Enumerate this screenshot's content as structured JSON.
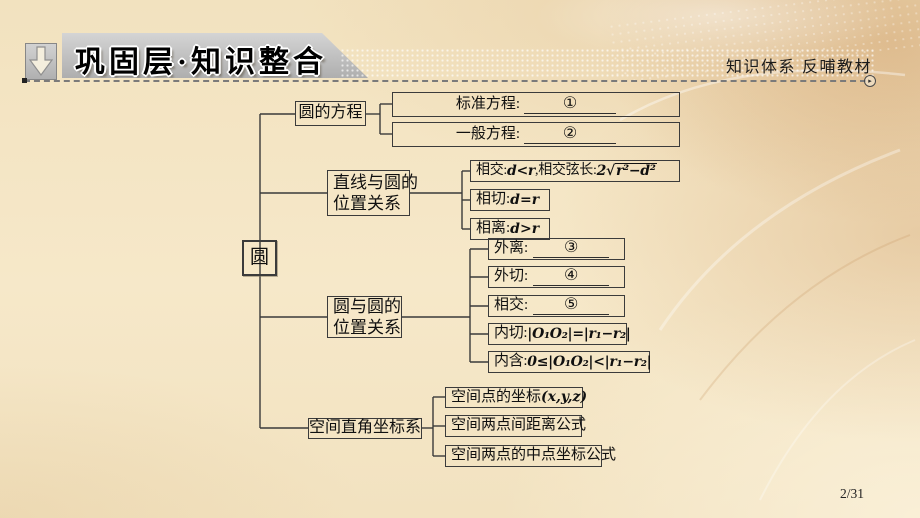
{
  "header": {
    "title": "巩固层·知识整合",
    "subtitle": "知识体系 反哺教材",
    "nav_circle_glyph": "▸",
    "banner_color": "#c6c6c6",
    "accent_dash_color": "#7a7a7a"
  },
  "footer": {
    "page": "2/31"
  },
  "tree": {
    "root": "圆",
    "eq": {
      "parent": "圆的方程",
      "standard_label": "标准方程:",
      "standard_blank": "①",
      "general_label": "一般方程:",
      "general_blank": "②"
    },
    "line_circle": {
      "parent_line1": "直线与圆的",
      "parent_line2": "位置关系",
      "intersect_label": "相交: ",
      "intersect_f1": "d<r",
      "intersect_mid": ",相交弦长: ",
      "intersect_f2pre": "2√",
      "intersect_f2rad": "r²−d²",
      "tangent_label": "相切: ",
      "tangent_f": "d=r",
      "separate_label": "相离: ",
      "separate_f": "d>r"
    },
    "circle_circle": {
      "parent_line1": "圆与圆的",
      "parent_line2": "位置关系",
      "outside_label": "外离:",
      "outside_blank": "③",
      "ext_tangent_label": "外切:",
      "ext_tangent_blank": "④",
      "intersect_label": "相交:",
      "intersect_blank": "⑤",
      "int_tangent_label": "内切:",
      "int_tangent_f": "|O₁O₂|=|r₁−r₂|",
      "contain_label": "内含:",
      "contain_f": "0≤|O₁O₂|<|r₁−r₂|"
    },
    "space": {
      "parent": "空间直角坐标系",
      "point_label": "空间点的坐标",
      "point_f": "(x,y,z)",
      "distance": "空间两点间距离公式",
      "midpoint": "空间两点的中点坐标公式"
    }
  },
  "colors": {
    "background": "#f5e7c8",
    "right_wash": "#d2a16c",
    "box_border": "#3b3b3b",
    "banner_gray": "#c0c0c0"
  }
}
